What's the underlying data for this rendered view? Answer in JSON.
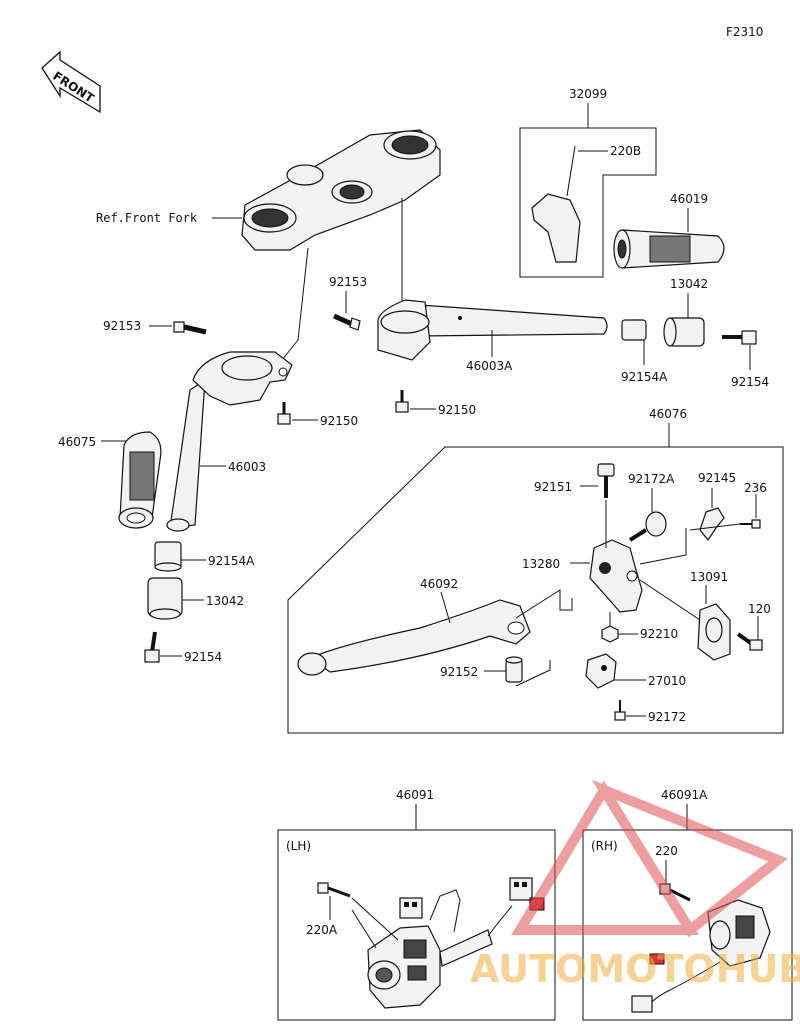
{
  "figure_code": "F2310",
  "front_label": "FRONT",
  "ref_text": "Ref.Front Fork",
  "side_left": "(LH)",
  "side_right": "(RH)",
  "watermark": "AUTOMOTOHUB",
  "callouts": {
    "p32099": "32099",
    "p220B": "220B",
    "p46019": "46019",
    "p13042_top": "13042",
    "p92153_top": "92153",
    "p92153_left": "92153",
    "p46003A": "46003A",
    "p92154A_right": "92154A",
    "p92154_right": "92154",
    "p92150_left": "92150",
    "p92150_mid": "92150",
    "p46075": "46075",
    "p46003": "46003",
    "p92154A_left": "92154A",
    "p13042_left": "13042",
    "p92154_left": "92154",
    "p46076": "46076",
    "p92151": "92151",
    "p92172A": "92172A",
    "p92145": "92145",
    "p236": "236",
    "p13280": "13280",
    "p13091": "13091",
    "p46092": "46092",
    "p120": "120",
    "p92210": "92210",
    "p92152": "92152",
    "p27010": "27010",
    "p92172": "92172",
    "p46091": "46091",
    "p46091A": "46091A",
    "p220A": "220A",
    "p220": "220"
  }
}
